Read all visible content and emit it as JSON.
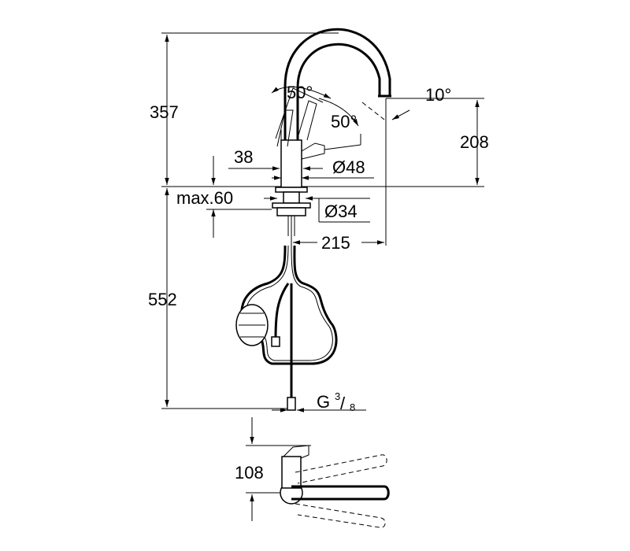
{
  "dimensions": {
    "height_top": "357",
    "height_spout": "208",
    "angle_handle_left": "50°",
    "angle_handle_right": "50°",
    "angle_spout": "10°",
    "lever_width": "38",
    "body_diameter": "Ø48",
    "deck_thickness": "max.60",
    "hole_diameter": "Ø34",
    "spout_reach": "215",
    "hose_length": "552",
    "thread_prefix": "G",
    "thread_num": "3",
    "thread_den": "8",
    "top_view_offset": "108"
  },
  "colors": {
    "line": "#000000",
    "background": "#ffffff"
  }
}
